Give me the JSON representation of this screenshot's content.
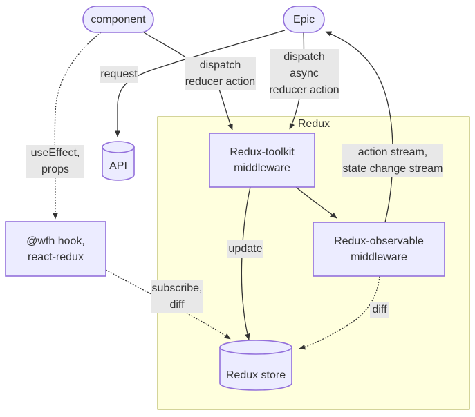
{
  "colors": {
    "node_fill": "#ECECFF",
    "node_border": "#9370DB",
    "subgraph_fill": "#FFFFDE",
    "subgraph_border": "#AAAA33",
    "edge_color": "#333333",
    "edge_label_bg": "#E8E8E8",
    "text_color": "#333333"
  },
  "subgraph": {
    "label": "Redux"
  },
  "nodes": {
    "component": {
      "shape": "stadium",
      "lines": [
        "component"
      ]
    },
    "epic": {
      "shape": "stadium",
      "lines": [
        "Epic"
      ]
    },
    "api": {
      "shape": "cylinder",
      "lines": [
        "API"
      ]
    },
    "wfh_hook": {
      "shape": "rect",
      "lines": [
        "@wfh hook,",
        "react-redux"
      ]
    },
    "redux_toolkit": {
      "shape": "rect",
      "lines": [
        "Redux-toolkit",
        "middleware"
      ]
    },
    "redux_observable": {
      "shape": "rect",
      "lines": [
        "Redux-observable",
        "middleware"
      ]
    },
    "redux_store": {
      "shape": "cylinder",
      "lines": [
        "Redux store"
      ]
    }
  },
  "edge_labels": {
    "request": {
      "lines": [
        "request"
      ]
    },
    "dispatch_reducer_action": {
      "lines": [
        "dispatch",
        "reducer action"
      ]
    },
    "dispatch_async_reducer_action": {
      "lines": [
        "dispatch",
        "async",
        "reducer action"
      ]
    },
    "use_effect_props": {
      "lines": [
        "useEffect,",
        "props"
      ]
    },
    "action_stream": {
      "lines": [
        "action stream,",
        "state change stream"
      ]
    },
    "update": {
      "lines": [
        "update"
      ]
    },
    "subscribe_diff": {
      "lines": [
        "subscribe,",
        "diff"
      ]
    },
    "diff": {
      "lines": [
        "diff"
      ]
    }
  },
  "edges": [
    {
      "from": "component",
      "to": "redux_toolkit",
      "label": "dispatch reducer action",
      "style": "solid"
    },
    {
      "from": "epic",
      "to": "redux_toolkit",
      "label": "dispatch async reducer action",
      "style": "solid"
    },
    {
      "from": "epic",
      "to": "api",
      "label": "request",
      "style": "solid"
    },
    {
      "from": "component",
      "to": "wfh_hook",
      "label": "useEffect, props",
      "style": "dotted"
    },
    {
      "from": "redux_toolkit",
      "to": "redux_store",
      "label": "update",
      "style": "solid"
    },
    {
      "from": "redux_toolkit",
      "to": "redux_observable",
      "label": "",
      "style": "solid"
    },
    {
      "from": "redux_observable",
      "to": "epic",
      "label": "action stream, state change stream",
      "style": "solid"
    },
    {
      "from": "wfh_hook",
      "to": "redux_store",
      "label": "subscribe, diff",
      "style": "dotted"
    },
    {
      "from": "redux_observable",
      "to": "redux_store",
      "label": "diff",
      "style": "dotted"
    }
  ]
}
